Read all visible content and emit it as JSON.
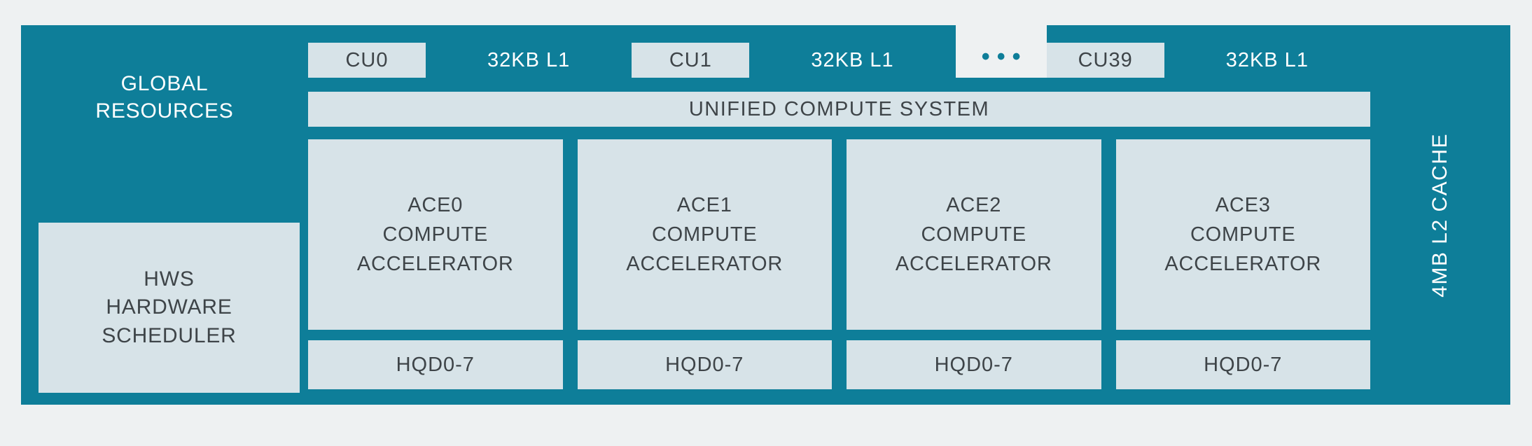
{
  "colors": {
    "teal": "#0e7e99",
    "light_box": "#d7e3e8",
    "background": "#eef1f2",
    "text_dark": "#3e4448",
    "text_light": "#ffffff"
  },
  "left_panel": {
    "global_resources_label": "GLOBAL\nRESOURCES",
    "hws_label": "HWS\nHARDWARE\nSCHEDULER"
  },
  "cu_row": {
    "cu0": "CU0",
    "cu0_l1": "32KB L1",
    "cu1": "CU1",
    "cu1_l1": "32KB L1",
    "ellipsis": "•••",
    "cu39": "CU39",
    "cu39_l1": "32KB L1"
  },
  "unified_bar": {
    "label": "UNIFIED COMPUTE SYSTEM"
  },
  "ace_columns": [
    {
      "label": "ACE0\nCOMPUTE\nACCELERATOR",
      "hqd_label": "HQD0-7"
    },
    {
      "label": "ACE1\nCOMPUTE\nACCELERATOR",
      "hqd_label": "HQD0-7"
    },
    {
      "label": "ACE2\nCOMPUTE\nACCELERATOR",
      "hqd_label": "HQD0-7"
    },
    {
      "label": "ACE3\nCOMPUTE\nACCELERATOR",
      "hqd_label": "HQD0-7"
    }
  ],
  "l2_cache": {
    "label": "4MB L2 CACHE"
  }
}
